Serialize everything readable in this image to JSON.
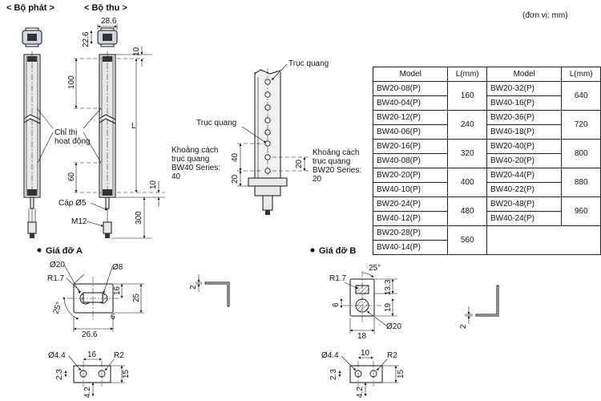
{
  "headers": {
    "emitter": "< Bộ phát >",
    "receiver": "< Bộ thu >",
    "unit": "(đơn vị: mm)"
  },
  "sensor_dims": {
    "width": "28.6",
    "depth": "22.6",
    "top_offset": "10",
    "pitch_100": "100",
    "length": "L",
    "pitch_60": "60",
    "bottom_offset": "10",
    "cable_len": "300"
  },
  "sensor_labels": {
    "indicator": "Chỉ thị\nhoạt động",
    "cable": "Cáp Ø5",
    "connector": "M12"
  },
  "detail": {
    "axis_top": "Trục quang",
    "axis_mid": "Trục quang",
    "bw40_pitch": "Khoảng cách\ntrục quang\nBW40 Series:\n40",
    "bw20_pitch": "Khoảng cách\ntrục quang\nBW20 Series:\n20",
    "dim_40": "40",
    "dim_20a": "20",
    "dim_20b": "20"
  },
  "table": {
    "headers": [
      "Model",
      "L(mm)",
      "Model",
      "L(mm)"
    ],
    "left": [
      {
        "models": [
          "BW20-08(P)",
          "BW40-04(P)"
        ],
        "length": "160"
      },
      {
        "models": [
          "BW20-12(P)",
          "BW40-06(P)"
        ],
        "length": "240"
      },
      {
        "models": [
          "BW20-16(P)",
          "BW40-08(P)"
        ],
        "length": "320"
      },
      {
        "models": [
          "BW20-20(P)",
          "BW40-10(P)"
        ],
        "length": "400"
      },
      {
        "models": [
          "BW20-24(P)",
          "BW40-12(P)"
        ],
        "length": "480"
      },
      {
        "models": [
          "BW20-28(P)",
          "BW40-14(P)"
        ],
        "length": "560"
      }
    ],
    "right": [
      {
        "models": [
          "BW20-32(P)",
          "BW40-16(P)"
        ],
        "length": "640"
      },
      {
        "models": [
          "BW20-36(P)",
          "BW40-18(P)"
        ],
        "length": "720"
      },
      {
        "models": [
          "BW20-40(P)",
          "BW40-20(P)"
        ],
        "length": "800"
      },
      {
        "models": [
          "BW20-44(P)",
          "BW40-22(P)"
        ],
        "length": "880"
      },
      {
        "models": [
          "BW20-48(P)",
          "BW40-24(P)"
        ],
        "length": "960"
      }
    ]
  },
  "bracket_a": {
    "title": "Giá đỡ A",
    "d20": "Ø20",
    "d8": "Ø8",
    "r17": "R1.7",
    "ang": "25°",
    "h16": "16",
    "h25": "25",
    "w6": "6",
    "w266": "26.6",
    "t2": "2",
    "d44": "Ø4.4",
    "w16": "16",
    "r2": "R2",
    "h23": "2.3",
    "h15": "15",
    "h42": "4.2"
  },
  "bracket_b": {
    "title": "Giá đỡ B",
    "ang": "25°",
    "r17": "R1.7",
    "h133": "13.3",
    "w6": "6",
    "h19": "19",
    "w18": "18",
    "d20": "Ø20",
    "t2": "2",
    "d44": "Ø4.4",
    "w10": "10",
    "r2": "R2",
    "h23": "2.3",
    "h15": "15",
    "h42": "4.2"
  }
}
